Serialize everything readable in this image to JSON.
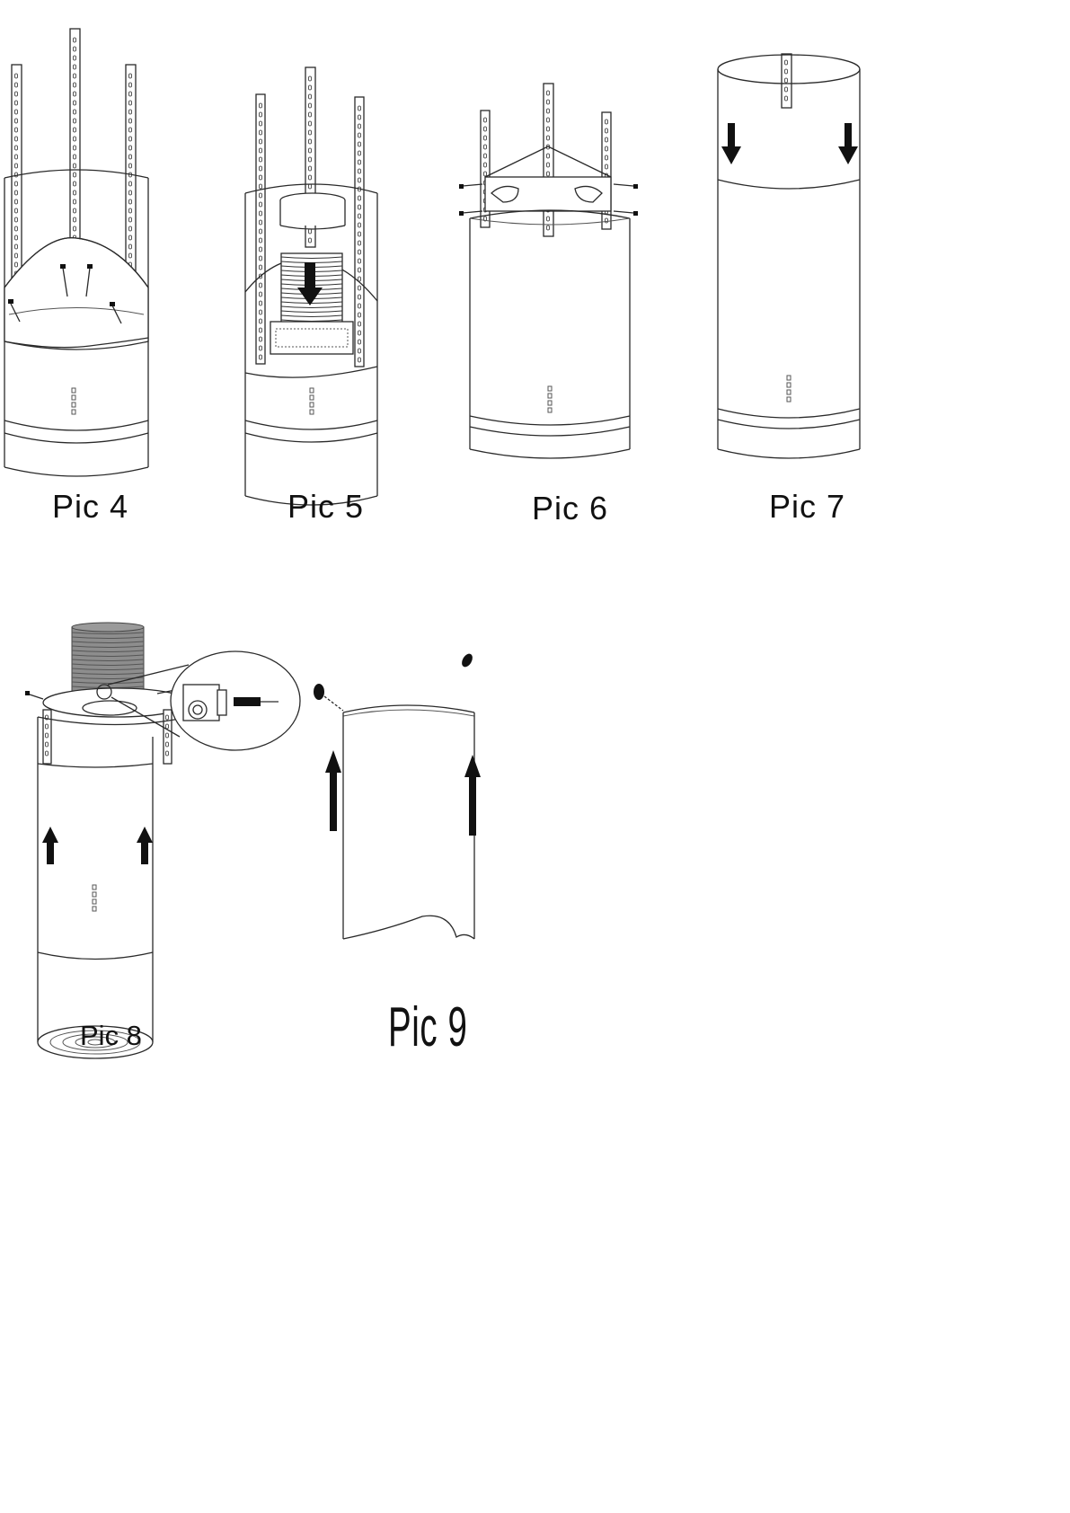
{
  "figures": [
    {
      "id": "pic4",
      "caption": "Pic 4"
    },
    {
      "id": "pic5",
      "caption": "Pic 5"
    },
    {
      "id": "pic6",
      "caption": "Pic 6"
    },
    {
      "id": "pic7",
      "caption": "Pic 7"
    },
    {
      "id": "pic8",
      "caption": "Pic 8"
    },
    {
      "id": "pic9",
      "caption": "Pic 9"
    }
  ],
  "colors": {
    "line": "#2a2a2a",
    "arrow": "#111111",
    "duct": "#8d8d8d",
    "background": "#ffffff"
  }
}
